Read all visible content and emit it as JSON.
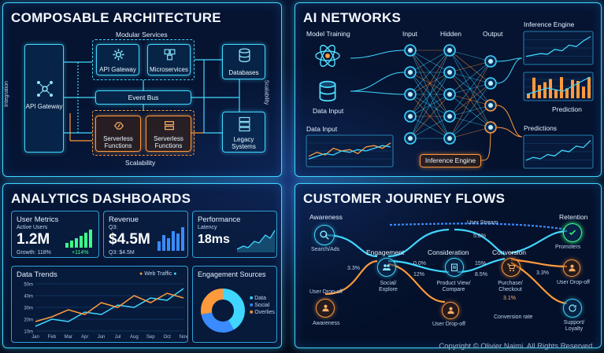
{
  "composable": {
    "title": "COMPOSABLE ARCHITECTURE",
    "modular_services": "Modular Services",
    "api_gateway_left": "API Gateway",
    "api_gateway_box": "API Gateway",
    "microservices": "Microservices",
    "databases": "Databases",
    "event_bus": "Event Bus",
    "serverless_functions": "Serverless Functions",
    "serverless_functions_2": "Serverless Functions",
    "legacy_systems": "Legacy Systems",
    "scalability_bottom": "Scalability",
    "scalability_side": "Scalability",
    "left_side_label": "Integration"
  },
  "ai": {
    "title": "AI NETWORKS",
    "model_training": "Model Training",
    "input": "Input",
    "hidden": "Hidden",
    "output": "Output",
    "inference_engine_top": "Inference Engine",
    "data_input_1": "Data Input",
    "data_input_2": "Data Input",
    "prediction": "Prediction",
    "predictions": "Predictions",
    "inference_engine_bottom": "Inference Engine"
  },
  "analytics": {
    "title": "ANALYTICS DASHBOARDS",
    "user_metrics": {
      "title": "User Metrics",
      "sub": "Active Users",
      "value": "1.2M",
      "growth": "Growth: 118%",
      "change": "+114%"
    },
    "revenue": {
      "title": "Revenue",
      "sub": "Q3:",
      "value": "$4.5M",
      "note": "Q3: $4.5M"
    },
    "performance": {
      "title": "Performance",
      "sub": "Latency",
      "value": "18ms"
    },
    "data_trends": {
      "title": "Data Trends",
      "legend": "Web Traffic",
      "yticks": [
        "50m",
        "40m",
        "30m",
        "20m",
        "10m"
      ],
      "months": [
        "Jan",
        "Feb",
        "Mar",
        "Apr",
        "Jun",
        "Jul",
        "Aug",
        "Sep",
        "Oct",
        "Nov"
      ]
    },
    "engagement": {
      "title": "Engagement Sources",
      "legend": [
        "Data",
        "Social",
        "Overlies"
      ]
    }
  },
  "journey": {
    "title": "CUSTOMER JOURNEY FLOWS",
    "awareness_top": "Awareness",
    "search_ads": "Search/Ads",
    "user_stream": "User Stream",
    "pct_top": "5.0%",
    "retention": "Retention",
    "promoters": "Promoters",
    "engagement": "Engagement",
    "consideration": "Consideration",
    "conversion": "Conversion",
    "pct_a": "3.3%",
    "pct_b": "0.0%",
    "pct_c": "12%",
    "pct_d": "15%",
    "pct_e": "8.5%",
    "pct_f": "3.3%",
    "pct_g": "3.1%",
    "social_explore": "Social/ Explore",
    "product_view": "Product View/ Compare",
    "purchase": "Purchase/ Checkout",
    "user_drop_left": "User Drop-off",
    "awareness_bottom": "Awareness",
    "user_drop_mid": "User Drop-off",
    "user_drop_right": "User Drop-off",
    "social_loyalty": "Support/ Loyalty",
    "conversion_rate": "Conversion rate"
  },
  "footer": "Copyright © Olivier Naimi. All Rights Reserved.",
  "colors": {
    "cyan": "#3fd6ff",
    "orange": "#ff9a3c",
    "green": "#3dff8a",
    "blue": "#3a8bff"
  }
}
